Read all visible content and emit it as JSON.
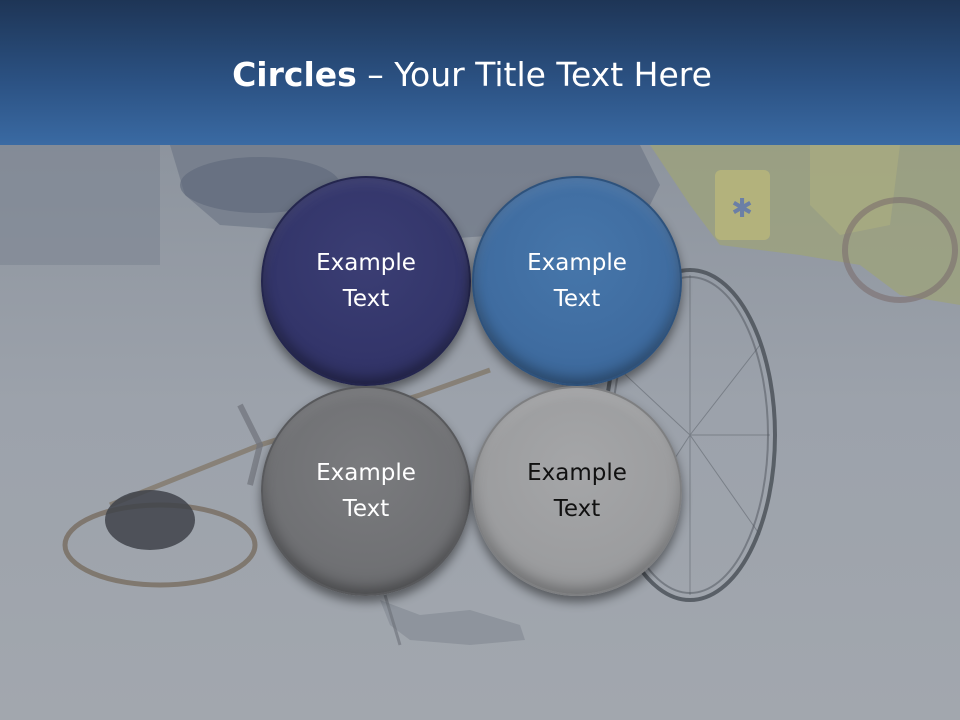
{
  "slide": {
    "title_bold": "Circles",
    "title_rest": " – Your Title Text Here"
  },
  "circles": [
    {
      "line1": "Example",
      "line2": "Text",
      "color": "#33356a"
    },
    {
      "line1": "Example",
      "line2": "Text",
      "color": "#3f6ca0"
    },
    {
      "line1": "Example",
      "line2": "Text",
      "color": "#707174"
    },
    {
      "line1": "Example",
      "line2": "Text",
      "color": "#9c9d9f"
    }
  ],
  "colors": {
    "title_bar": "#2b5182",
    "title_text": "#ffffff"
  },
  "background_image": "bicycle-accident-photo"
}
